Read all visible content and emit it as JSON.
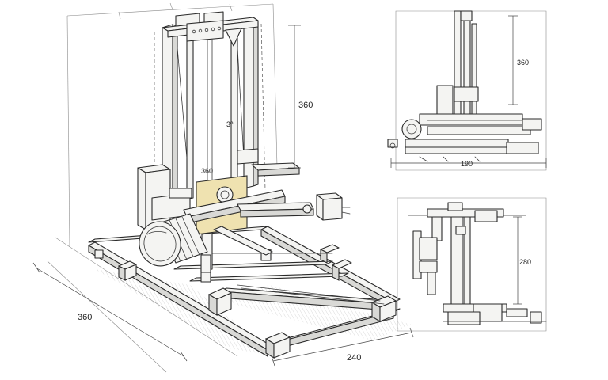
{
  "drawing": {
    "main_view": {
      "dim_height": "360",
      "dim_depth": "360",
      "dim_width": "240",
      "dim_inner": "360",
      "dim_small": "3º"
    },
    "top_right_view": {
      "dim_height": "360",
      "dim_width": "190"
    },
    "bottom_right_view": {
      "dim_height": "280"
    },
    "colors": {
      "ink": "#2a2a2a",
      "accent_plate": "#efe2b0"
    }
  }
}
